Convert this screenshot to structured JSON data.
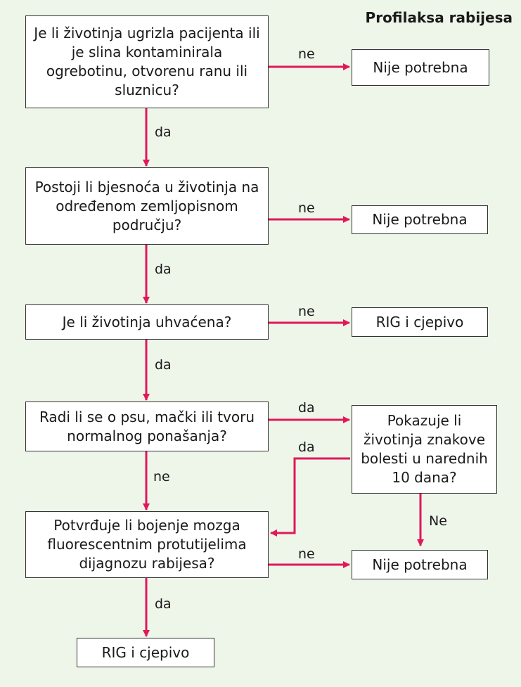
{
  "title": "Profilaksa rabijesa",
  "colors": {
    "background": "#eef5e9",
    "arrow": "#e0185a",
    "box_border": "#333333"
  },
  "nodes": {
    "q1": "Je li životinja ugrizla pacijenta ili je slina kontaminirala ogrebotinu, otvorenu ranu ili sluznicu?",
    "q2": "Postoji li bjesnoća u životinja na određenom zemljopisnom području?",
    "q3": "Je li životinja uhvaćena?",
    "q4": "Radi li se o psu, mački ili tvoru normalnog ponašanja?",
    "q5": "Potvrđuje li bojenje mozga fluorescentnim protutijelima dijagnozu rabijesa?",
    "q6": "Pokazuje li životinja znakove bolesti u narednih 10 dana?",
    "r1": "Nije potrebna",
    "r2": "Nije potrebna",
    "r3": "RIG i cjepivo",
    "r4": "Nije potrebna",
    "r5": "RIG i cjepivo"
  },
  "labels": {
    "q1_no": "ne",
    "q1_yes": "da",
    "q2_no": "ne",
    "q2_yes": "da",
    "q3_no": "ne",
    "q3_yes": "da",
    "q4_yes": "da",
    "q4_no": "ne",
    "q6_yes": "da",
    "q6_no": "Ne",
    "q5_no": "ne",
    "q5_yes": "da"
  }
}
